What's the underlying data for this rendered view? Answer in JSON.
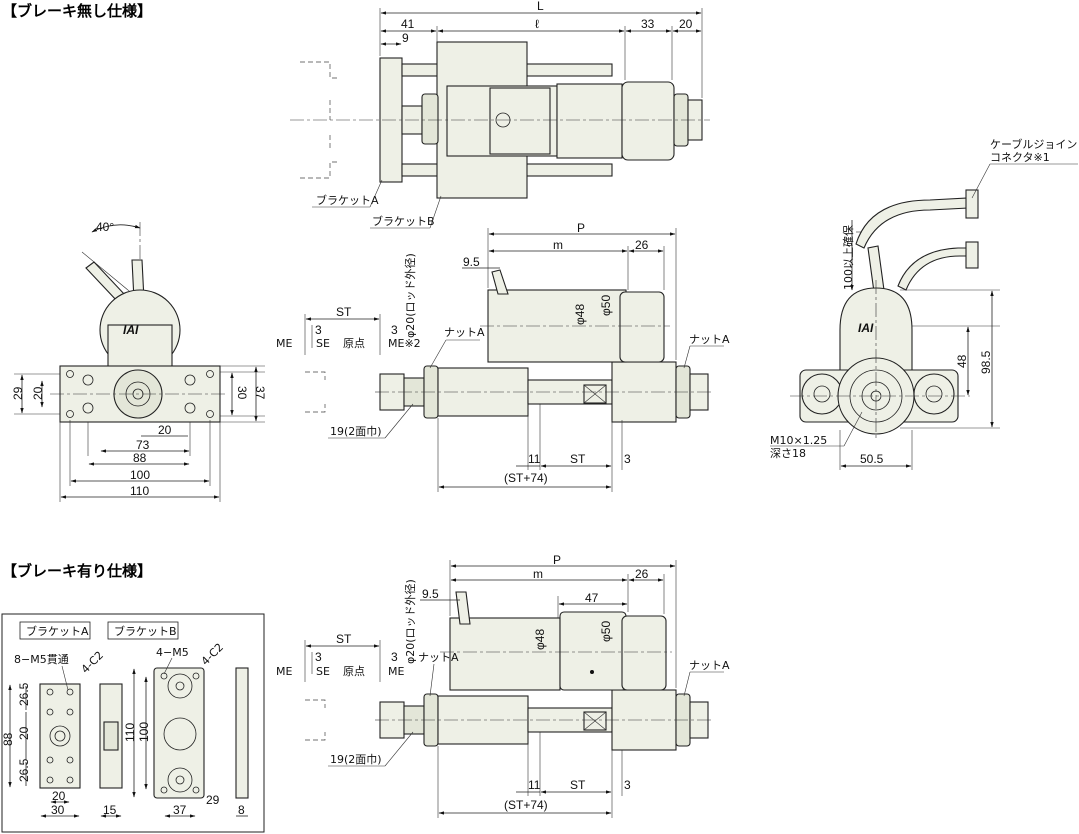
{
  "headings": {
    "no_brake": "【ブレーキ無し仕様】",
    "with_brake": "【ブレーキ有り仕様】"
  },
  "labels": {
    "bracket_a": "ブラケットA",
    "bracket_b": "ブラケットB",
    "nut_a": "ナットA",
    "cable_joint_line1": "ケーブルジョイント",
    "cable_joint_line2": "コネクタ※1",
    "clearance": "100以上確保",
    "rod_diameter": "φ20(ロッド外径)",
    "wrench": "19(2面巾)",
    "thread_line1": "M10×1.25",
    "thread_line2": "深さ18",
    "origin": "原点",
    "me": "ME",
    "me2": "ME※2",
    "se": "SE",
    "st": "ST",
    "st74": "(ST+74)",
    "angle": "40°",
    "tapped_8m5": "8−M5貫通",
    "tapped_4m5": "4−M5",
    "chamfer": "4-C2",
    "logo": "IAI"
  },
  "dims_top": {
    "L": "L",
    "d41": "41",
    "d9": "9",
    "ell": "ℓ",
    "d33": "33",
    "d20": "20"
  },
  "dims_front": {
    "d40deg": "40°",
    "d29": "29",
    "d20a": "20",
    "d30": "30",
    "d37": "37",
    "d20b": "20",
    "d73": "73",
    "d88": "88",
    "d100": "100",
    "d110": "110"
  },
  "dims_side1": {
    "P": "P",
    "m": "m",
    "d26": "26",
    "d95": "9.5",
    "phi48": "φ48",
    "phi50": "φ50",
    "d3a": "3",
    "d3b": "3",
    "d11": "11",
    "d3c": "3"
  },
  "dims_end": {
    "d985": "98.5",
    "d48": "48",
    "d505": "50.5"
  },
  "dims_side2": {
    "P": "P",
    "m": "m",
    "d26": "26",
    "d47": "47",
    "d95": "9.5",
    "phi48": "φ48",
    "phi50": "φ50",
    "d3a": "3",
    "d3b": "3",
    "d11": "11",
    "d3c": "3"
  },
  "dims_brk": {
    "d88": "88",
    "d265a": "26.5",
    "d20": "20",
    "d265b": "26.5",
    "d20w": "20",
    "d30": "30",
    "d15": "15",
    "d110": "110",
    "d100": "100",
    "d37": "37",
    "d29": "29",
    "d8": "8"
  }
}
